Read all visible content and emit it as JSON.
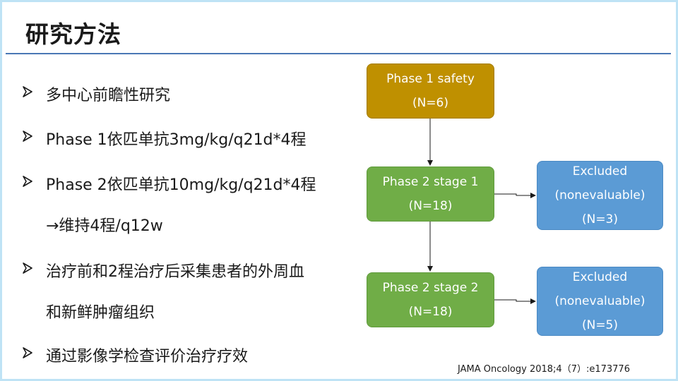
{
  "slide": {
    "title": "研究方法",
    "reference": "JAMA Oncology 2018;4（7）:e173776"
  },
  "bullets": [
    {
      "text": "多中心前瞻性研究"
    },
    {
      "text": "Phase 1依匹单抗3mg/kg/q21d*4程"
    },
    {
      "text": "Phase 2依匹单抗10mg/kg/q21d*4程",
      "continuation": "→维持4程/q12w"
    },
    {
      "text": "治疗前和2程治疗后采集患者的外周血",
      "continuation": "和新鲜肿瘤组织"
    },
    {
      "text": "通过影像学检查评价治疗疗效"
    }
  ],
  "flowchart": {
    "phase1": {
      "label": "Phase 1 safety",
      "n": "(N=6)",
      "color": "#bf9000"
    },
    "phase2_stage1": {
      "label": "Phase 2 stage 1",
      "n": "(N=18)",
      "color": "#70ad47"
    },
    "phase2_stage2": {
      "label": "Phase 2 stage 2",
      "n": "(N=18)",
      "color": "#70ad47"
    },
    "excluded1": {
      "label": "Excluded",
      "sub": "(nonevaluable)",
      "n": "(N=3)",
      "color": "#5b9bd5"
    },
    "excluded2": {
      "label": "Excluded",
      "sub": "(nonevaluable)",
      "n": "(N=5)",
      "color": "#5b9bd5"
    }
  }
}
